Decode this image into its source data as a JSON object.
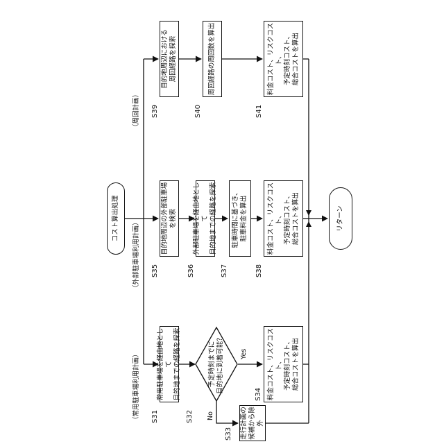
{
  "start": "コスト算出処理",
  "end": "リターン",
  "branches": {
    "regular": "（常用駐車場利用計画）",
    "external": "（外部駐車場利用計画）",
    "circuit": "（周回計画）"
  },
  "steps": {
    "s31": {
      "id": "S31",
      "text": "常用駐車場を経由地として\n目的地までの経路を探索"
    },
    "s32": {
      "id": "S32",
      "text": "予定時刻までに\n目的地に到着可能？"
    },
    "s33": {
      "id": "S33",
      "text": "走行計画の\n候補から除外"
    },
    "s34": {
      "id": "S34",
      "text": "料金コスト、リスクコスト、\n予定時刻コスト、\n総合コストを算出"
    },
    "s35": {
      "id": "S35",
      "text": "目的地周辺の外部駐車場\nを検索"
    },
    "s36": {
      "id": "S36",
      "text": "外部駐車場を経由地として\n目的地までの経路を探索"
    },
    "s37": {
      "id": "S37",
      "text": "駐車時間に基づき、\n駐車料金を算出"
    },
    "s38": {
      "id": "S38",
      "text": "料金コスト、リスクコスト、\n予定時刻コスト、\n総合コストを算出"
    },
    "s39": {
      "id": "S39",
      "text": "目的地周辺における\n周回経路を探索"
    },
    "s40": {
      "id": "S40",
      "text": "周回経路の周回数を算出"
    },
    "s41": {
      "id": "S41",
      "text": "料金コスト、リスクコスト、\n予定時刻コスト、\n総合コストを算出"
    }
  },
  "decision_labels": {
    "yes": "Yes",
    "no": "No"
  }
}
